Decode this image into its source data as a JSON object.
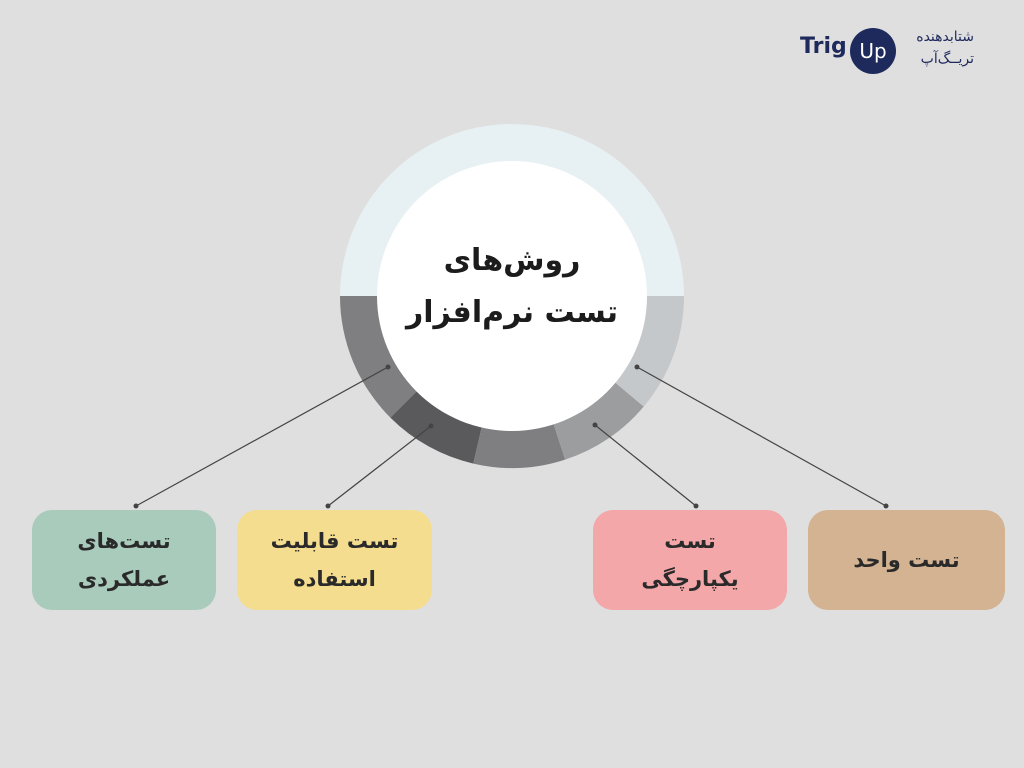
{
  "logo": {
    "latin_left": "Trig",
    "latin_badge": "Up",
    "persian_line1": "شتابدهنده",
    "persian_line2": "تریــگ‌آپ"
  },
  "center": {
    "title_line1": "روش‌های",
    "title_line2": "تست نرم‌افزار"
  },
  "methods": [
    {
      "line1": "تست‌های",
      "line2": "عملکردی",
      "color": "#a8cbbc"
    },
    {
      "line1": "تست قابلیت",
      "line2": "استفاده",
      "color": "#f5dd8f"
    },
    {
      "line1": "تست",
      "line2": "یکپارچگی",
      "color": "#f4a7a9"
    },
    {
      "line1": "تست واحد",
      "line2": "",
      "color": "#d3b391"
    }
  ],
  "colors": {
    "background": "#dfdfdf",
    "ring_top": "#e7f0f2",
    "ring_segments": [
      "#7f7f81",
      "#5a5a5c",
      "#7f7f81",
      "#9c9d9f",
      "#c5c8ca"
    ],
    "brand": "#1f2a5c"
  }
}
